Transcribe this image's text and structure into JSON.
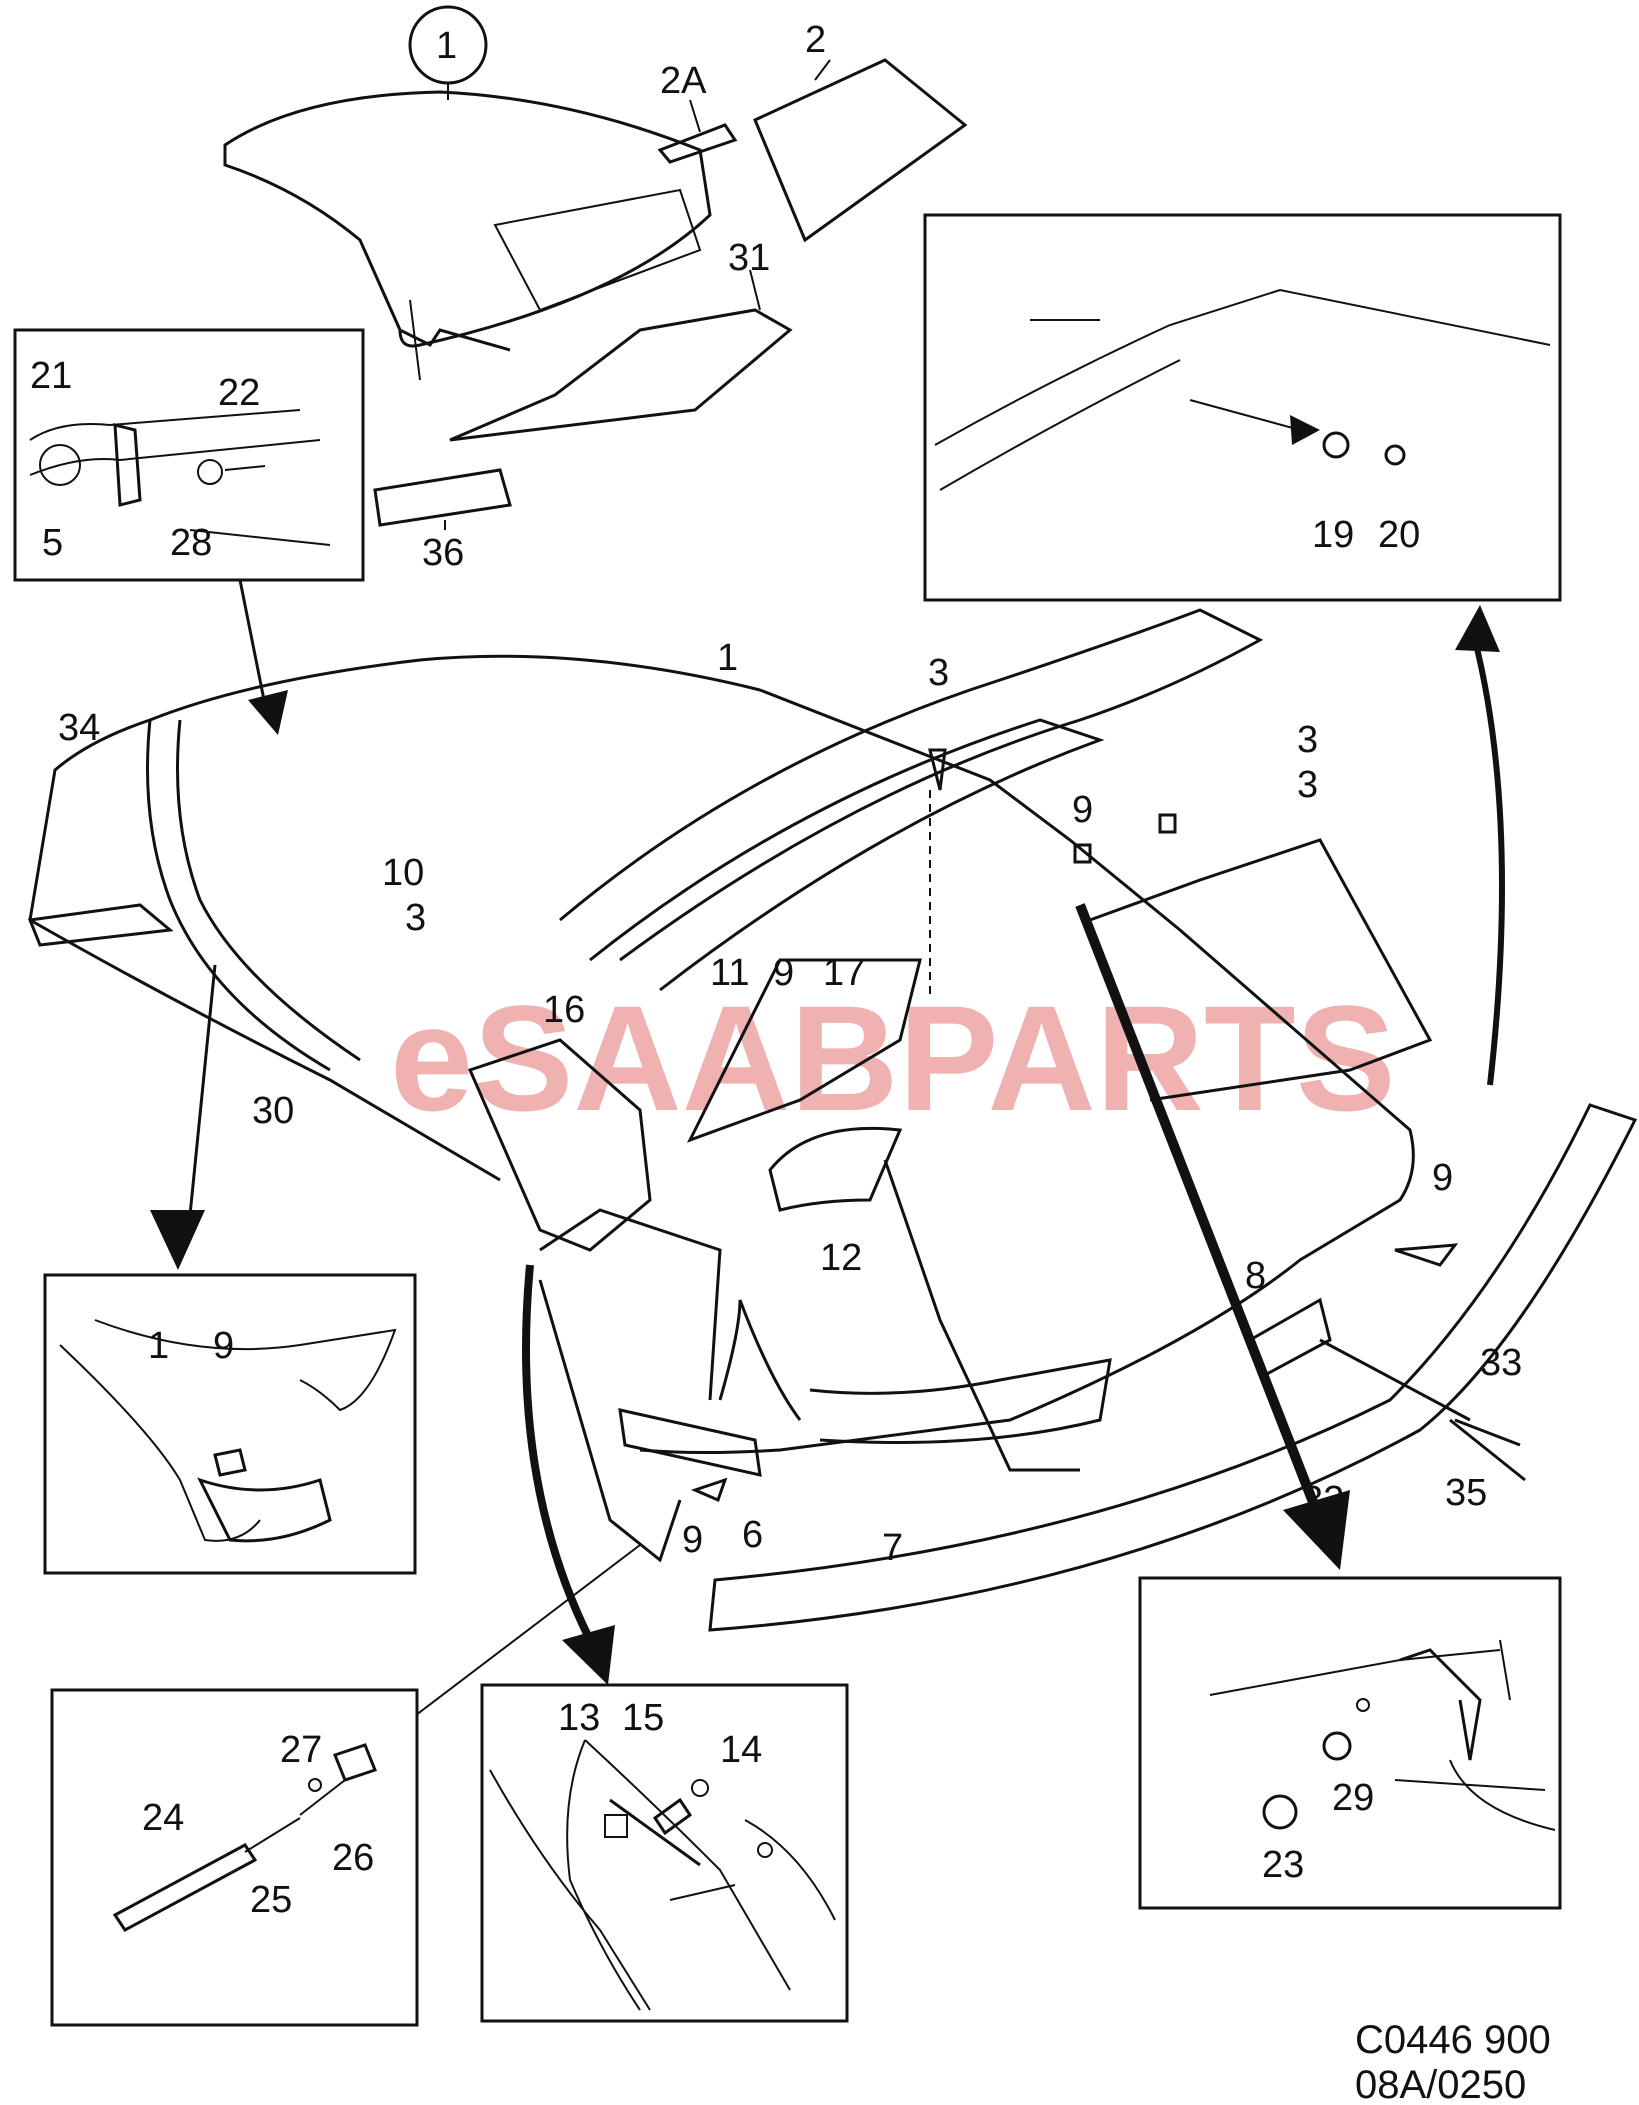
{
  "watermark": "eSAABPARTS",
  "footer": {
    "code": "C0446 900",
    "ref": "08A/0250"
  },
  "labels": [
    {
      "id": "lbl-1-circled",
      "text": "1"
    },
    {
      "id": "lbl-2",
      "text": "2"
    },
    {
      "id": "lbl-2a",
      "text": "2A"
    },
    {
      "id": "lbl-31",
      "text": "31"
    },
    {
      "id": "lbl-36",
      "text": "36"
    },
    {
      "id": "lbl-21",
      "text": "21"
    },
    {
      "id": "lbl-22",
      "text": "22"
    },
    {
      "id": "lbl-5",
      "text": "5"
    },
    {
      "id": "lbl-28",
      "text": "28"
    },
    {
      "id": "lbl-19",
      "text": "19"
    },
    {
      "id": "lbl-20",
      "text": "20"
    },
    {
      "id": "lbl-1-main",
      "text": "1"
    },
    {
      "id": "lbl-34",
      "text": "34"
    },
    {
      "id": "lbl-3-top",
      "text": "3"
    },
    {
      "id": "lbl-3-right-a",
      "text": "3"
    },
    {
      "id": "lbl-3-right-b",
      "text": "3"
    },
    {
      "id": "lbl-9-top",
      "text": "9"
    },
    {
      "id": "lbl-10",
      "text": "10"
    },
    {
      "id": "lbl-3-left",
      "text": "3"
    },
    {
      "id": "lbl-11",
      "text": "11"
    },
    {
      "id": "lbl-9-mid",
      "text": "9"
    },
    {
      "id": "lbl-17",
      "text": "17"
    },
    {
      "id": "lbl-16",
      "text": "16"
    },
    {
      "id": "lbl-30",
      "text": "30"
    },
    {
      "id": "lbl-12",
      "text": "12"
    },
    {
      "id": "lbl-9-right",
      "text": "9"
    },
    {
      "id": "lbl-8",
      "text": "8"
    },
    {
      "id": "lbl-33",
      "text": "33"
    },
    {
      "id": "lbl-35",
      "text": "35"
    },
    {
      "id": "lbl-32",
      "text": "32"
    },
    {
      "id": "lbl-1-inset",
      "text": "1"
    },
    {
      "id": "lbl-9-inset",
      "text": "9"
    },
    {
      "id": "lbl-9-low",
      "text": "9"
    },
    {
      "id": "lbl-6",
      "text": "6"
    },
    {
      "id": "lbl-7",
      "text": "7"
    },
    {
      "id": "lbl-27",
      "text": "27"
    },
    {
      "id": "lbl-24",
      "text": "24"
    },
    {
      "id": "lbl-25",
      "text": "25"
    },
    {
      "id": "lbl-26",
      "text": "26"
    },
    {
      "id": "lbl-13",
      "text": "13"
    },
    {
      "id": "lbl-15",
      "text": "15"
    },
    {
      "id": "lbl-14",
      "text": "14"
    },
    {
      "id": "lbl-29",
      "text": "29"
    },
    {
      "id": "lbl-23",
      "text": "23"
    }
  ]
}
